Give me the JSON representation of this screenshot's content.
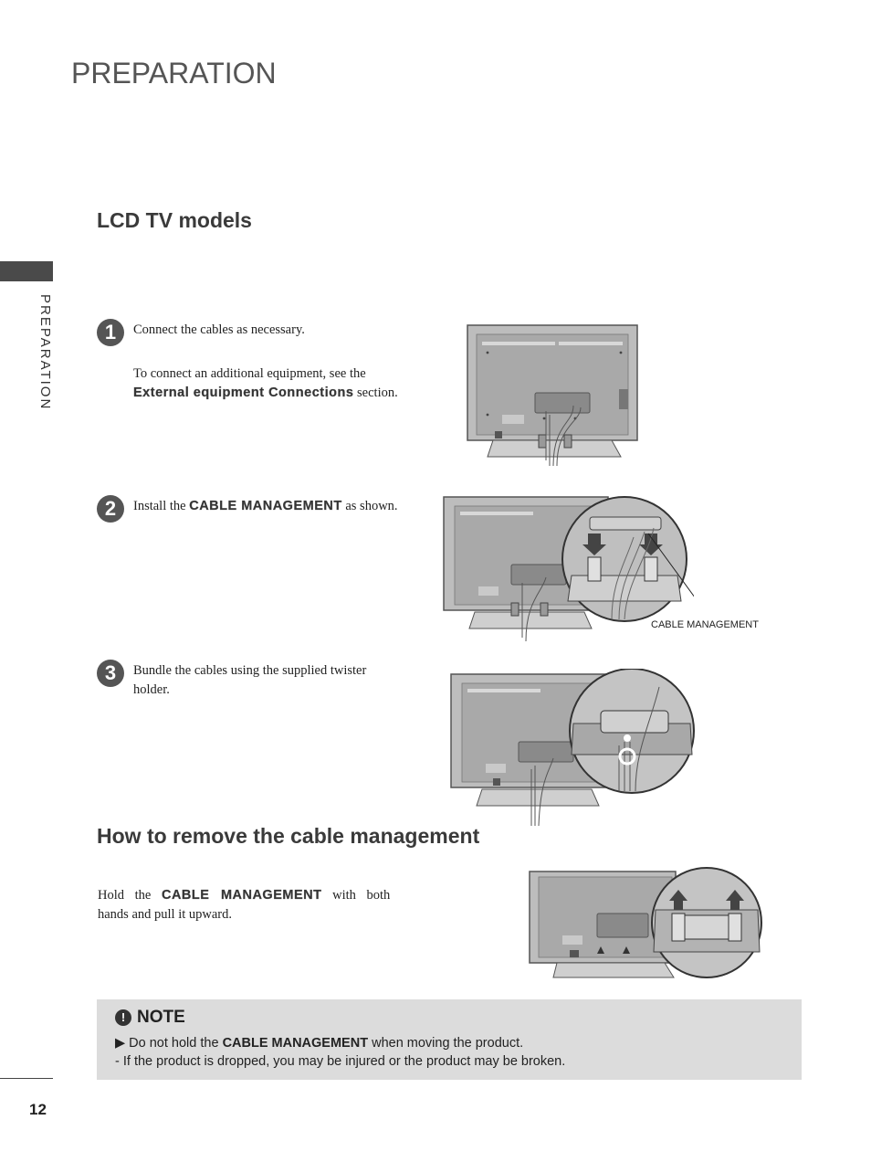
{
  "header": {
    "title": "PREPARATION"
  },
  "side_tab": {
    "label": "PREPARATION"
  },
  "section1": {
    "heading": "LCD TV models"
  },
  "steps": [
    {
      "number": "1",
      "line1": "Connect the cables as necessary.",
      "line2": "To connect an additional equipment, see the",
      "ref": "External equipment Connections",
      "line3_after": " section."
    },
    {
      "number": "2",
      "before": "Install the ",
      "ref": "CABLE MANAGEMENT",
      "after": " as shown."
    },
    {
      "number": "3",
      "line1": "Bundle the cables using the supplied twister",
      "line2": "holder."
    }
  ],
  "callout": {
    "cable_management_label": "CABLE MANAGEMENT"
  },
  "section2": {
    "heading": "How to remove the cable management",
    "before": "Hold the ",
    "ref": "CABLE MANAGEMENT",
    "after": " with both",
    "line2": "hands and pull it upward."
  },
  "note": {
    "title": "NOTE",
    "icon": "!",
    "line1_before": "▶ Do not hold the ",
    "line1_ref": "CABLE MANAGEMENT",
    "line1_after": " when moving the product.",
    "line2": "- If the product is dropped, you may be injured or the product may be broken."
  },
  "footer": {
    "page_number": "12"
  }
}
